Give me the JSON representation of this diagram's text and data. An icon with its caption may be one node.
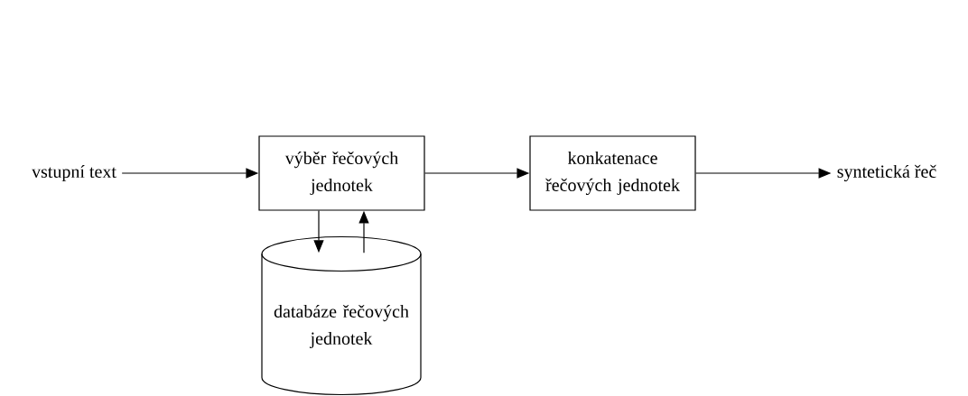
{
  "diagram": {
    "nodes": [
      {
        "text": [
          "vstupní text"
        ]
      },
      {
        "text": [
          "výběr řečových jednotek"
        ]
      },
      {
        "text": [
          "konkatenace řečových jednotek"
        ]
      },
      {
        "text": [
          "syntetická řeč"
        ]
      },
      {
        "text": [
          "databáze řečových jednotek"
        ]
      }
    ],
    "edges": [
      {
        "from": 0,
        "to": 1,
        "arrow": "to"
      },
      {
        "from": 1,
        "to": 2,
        "arrow": "to"
      },
      {
        "from": 2,
        "to": 3,
        "arrow": "to"
      },
      {
        "from": 1,
        "to": 4,
        "arrow": "to"
      },
      {
        "from": 4,
        "to": 1,
        "arrow": "to"
      }
    ]
  }
}
